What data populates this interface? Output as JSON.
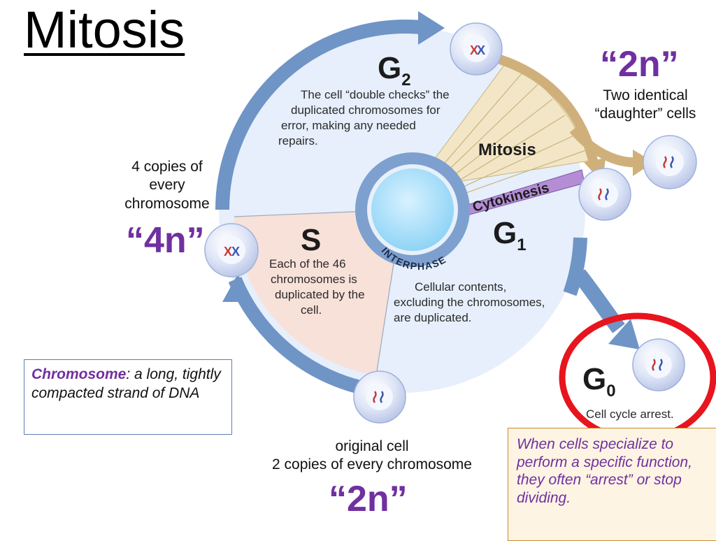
{
  "title": "Mitosis",
  "top_right": {
    "ploidy": "“2n”",
    "line1": "Two identical",
    "line2": "“daughter” cells"
  },
  "left": {
    "line1": "4 copies of",
    "line2": "every",
    "line3": "chromosome",
    "ploidy": "“4n”"
  },
  "bottom": {
    "line1": "original cell",
    "line2": "2 copies of every chromosome",
    "ploidy": "“2n”"
  },
  "cycle": {
    "g2_letter": "G",
    "g2_sub": "2",
    "g2_text": [
      "The cell “double checks” the",
      "duplicated chromosomes for",
      "error, making any needed",
      "repairs."
    ],
    "s_title": "S",
    "s_text": [
      "Each of the 46",
      "chromosomes is",
      "duplicated by the",
      "cell."
    ],
    "g1_letter": "G",
    "g1_sub": "1",
    "g1_text": [
      "Cellular contents,",
      "excluding the chromosomes,",
      "are duplicated."
    ],
    "mitosis": "Mitosis",
    "cytokinesis": "Cytokinesis",
    "interphase": "INTERPHASE",
    "g0_letter": "G",
    "g0_sub": "0",
    "g0_text": "Cell cycle arrest."
  },
  "definition": {
    "term": "Chromosome",
    "text": ": a long, tightly compacted strand of DNA"
  },
  "note": "When cells specialize to perform a specific function, they often “arrest” or stop dividing.",
  "colors": {
    "accent_purple": "#7030a0",
    "highlight_red": "#e8141e",
    "arrow_blue": "#6f94c6"
  }
}
